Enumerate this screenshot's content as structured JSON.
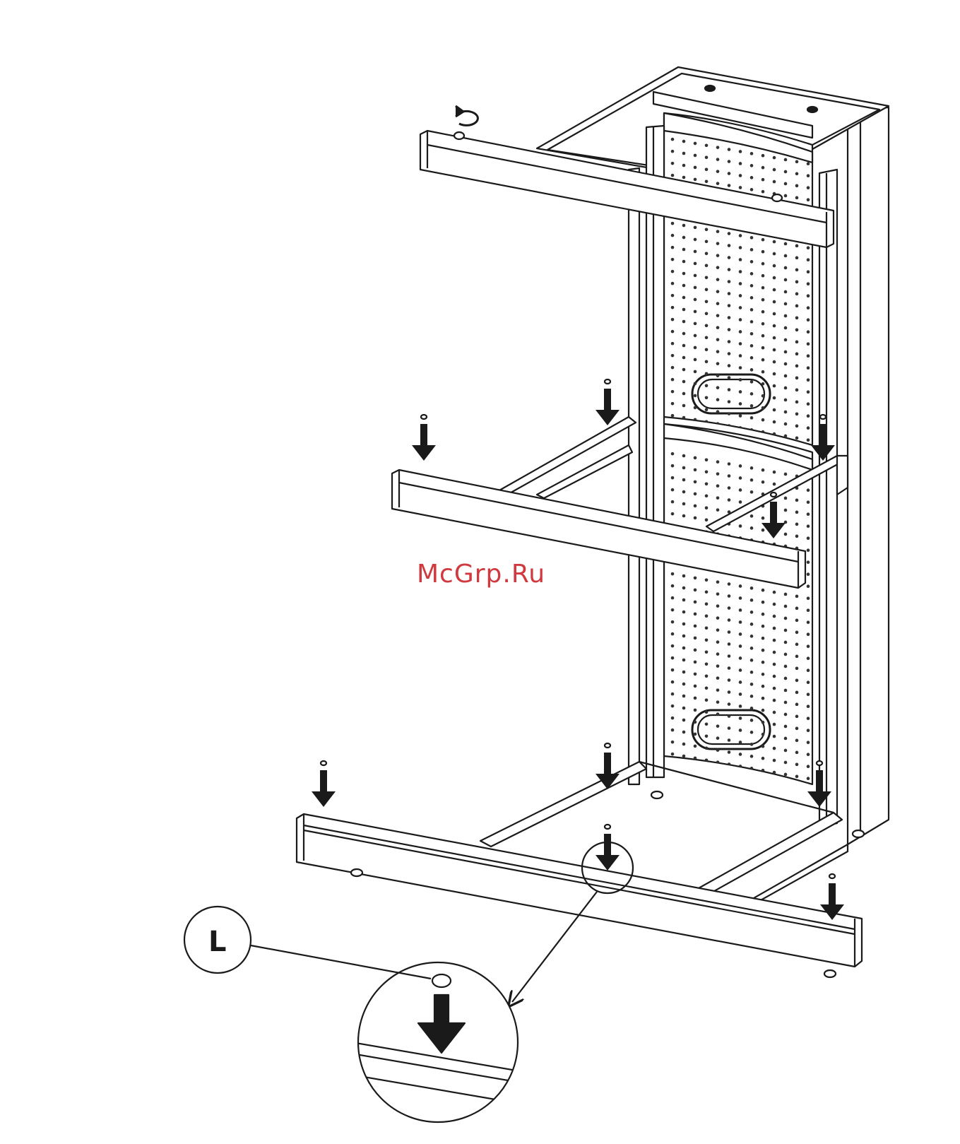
{
  "watermark": {
    "text": "McGrp.Ru",
    "color": "#d0393e"
  },
  "callout": {
    "label": "L"
  },
  "colors": {
    "line": "#1a1a1a",
    "fill": "#ffffff",
    "dots": "#333333"
  },
  "icons": [
    "rotate-arrow-icon",
    "down-arrow-icon",
    "peg-icon",
    "magnifier-detail-circle"
  ]
}
